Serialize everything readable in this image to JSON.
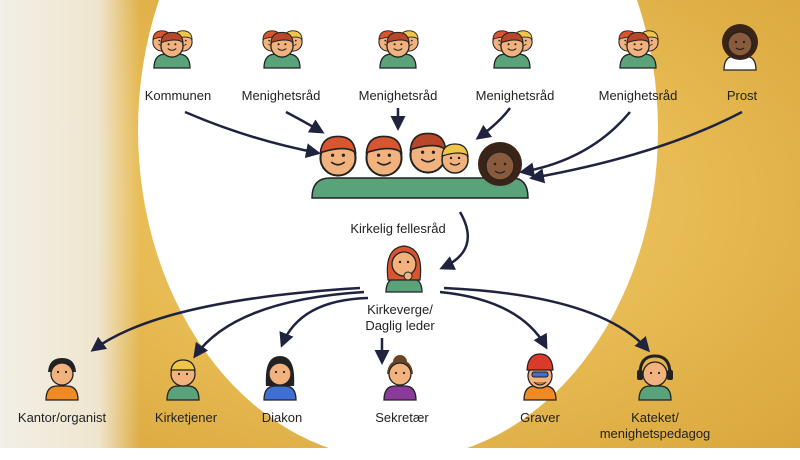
{
  "top_nodes": [
    {
      "label": "Kommunen",
      "icon": "group-icon"
    },
    {
      "label": "Menighetsråd",
      "icon": "group-icon"
    },
    {
      "label": "Menighetsråd",
      "icon": "group-icon"
    },
    {
      "label": "Menighetsråd",
      "icon": "group-icon"
    },
    {
      "label": "Menighetsråd",
      "icon": "group-icon"
    },
    {
      "label": "Prost",
      "icon": "person-icon"
    }
  ],
  "council": {
    "label": "Kirkelig fellesråd",
    "icon": "council-group-icon"
  },
  "leader": {
    "label_line1": "Kirkeverge/",
    "label_line2": "Daglig leder",
    "icon": "thinking-woman-icon"
  },
  "staff": [
    {
      "label": "Kantor/organist",
      "icon": "singer-icon"
    },
    {
      "label": "Kirketjener",
      "icon": "person-icon"
    },
    {
      "label": "Diakon",
      "icon": "person-icon"
    },
    {
      "label": "Sekretær",
      "icon": "person-icon"
    },
    {
      "label": "Graver",
      "icon": "worker-icon"
    },
    {
      "label_line1": "Kateket/",
      "label_line2": "menighetspedagog",
      "icon": "headphones-person-icon"
    }
  ],
  "colors": {
    "background": "#e9bd56",
    "circle": "#ffffff",
    "arrow": "#1f2340",
    "skin": "#f1b27e",
    "hair_red": "#d8552f",
    "hair_blonde": "#f0c64a",
    "shirt_green": "#5aa37a"
  }
}
